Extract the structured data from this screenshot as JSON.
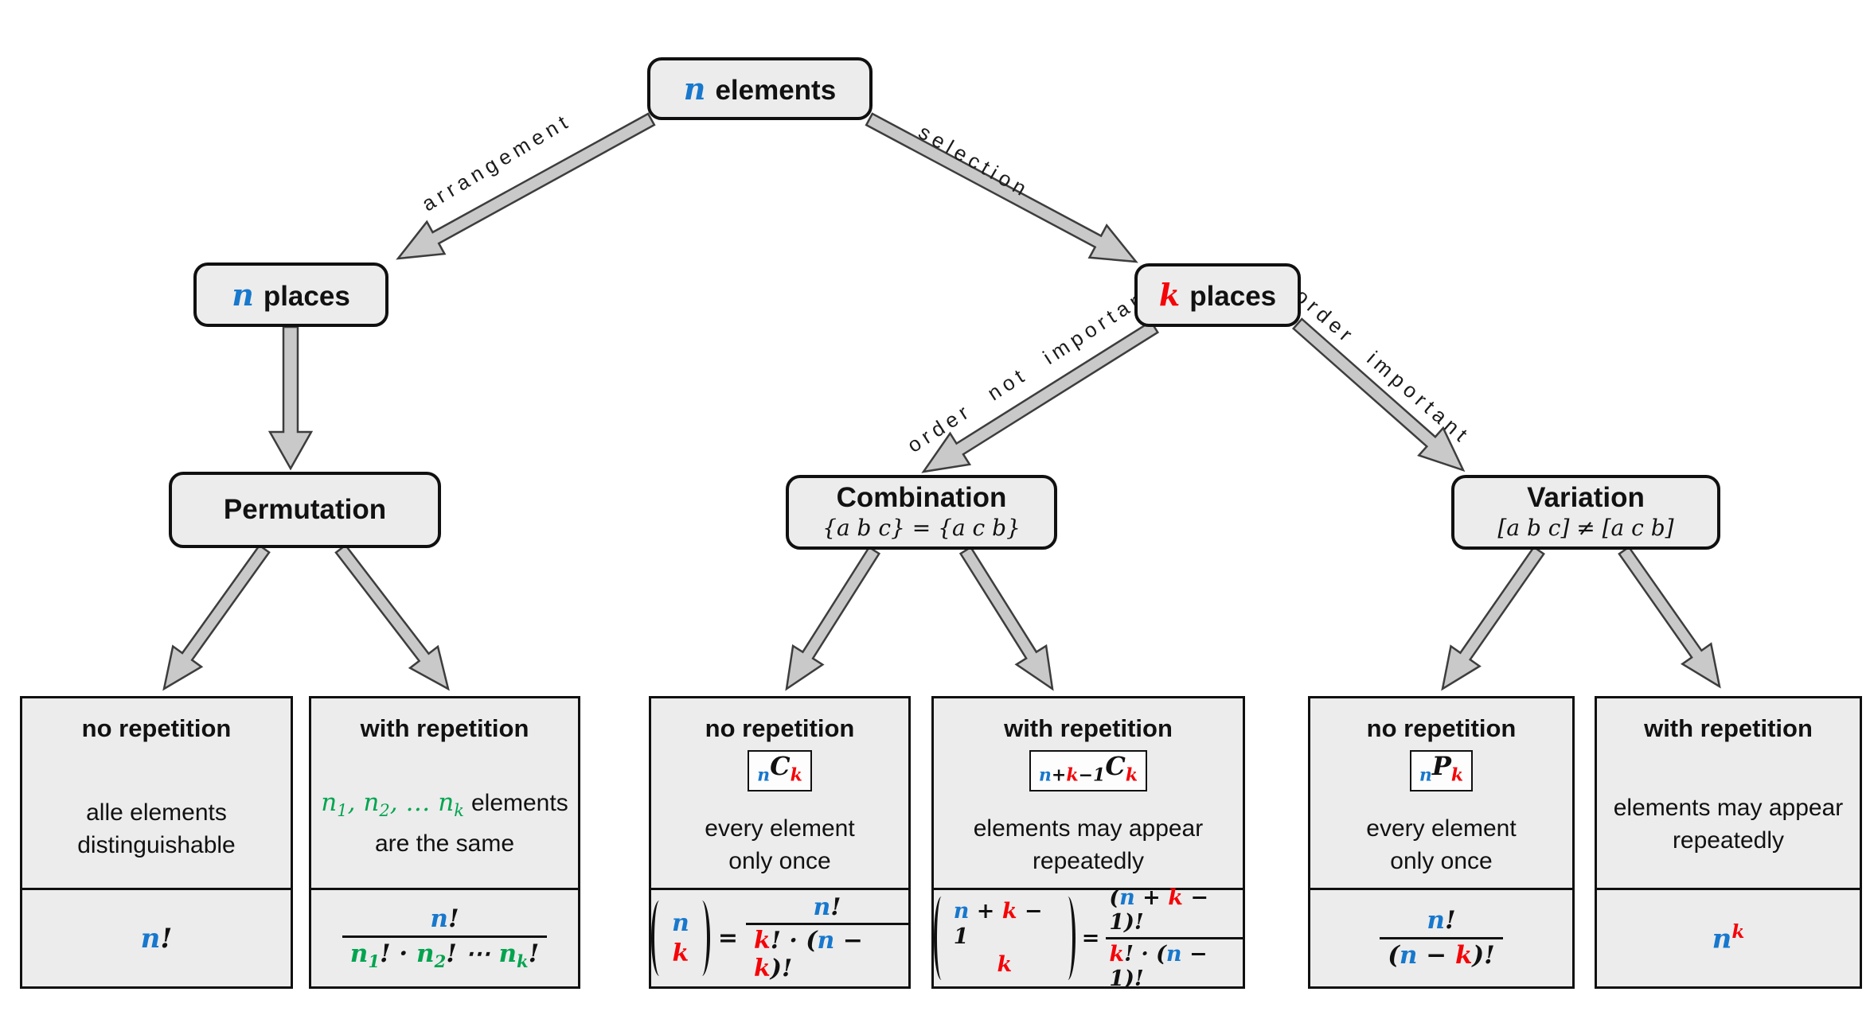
{
  "palette": {
    "blue": "#1778cd",
    "red": "#f50408",
    "green": "#00a44f",
    "box_fill": "#ececec",
    "arrow_fill": "#c9c9c9"
  },
  "nodes": {
    "root": {
      "var": "n",
      "label": "elements"
    },
    "n_places": {
      "var": "n",
      "label": "places"
    },
    "k_places": {
      "var": "k",
      "label": "places"
    },
    "permutation": {
      "title": "Permutation"
    },
    "combination": {
      "title": "Combination",
      "subtitle": "{a b c} = {a c b}"
    },
    "variation": {
      "title": "Variation",
      "subtitle": "[a b c] ≠ [a c b]"
    }
  },
  "edges": {
    "arrangement": "arrangement",
    "selection": "selection",
    "order_not_important": "order not important",
    "order_important": "order important"
  },
  "sym": {
    "eq": "="
  },
  "leaves": [
    {
      "title": "no repetition",
      "desc": [
        "alle elements",
        "distinguishable"
      ],
      "formula": [
        {
          "t": "n",
          "c": "b"
        },
        {
          "t": "!"
        }
      ]
    },
    {
      "title": "with repetition",
      "desc_math": [
        {
          "t": "n",
          "c": "g"
        },
        {
          "t": "1",
          "c": "g",
          "s": "sub"
        },
        {
          "t": ", ",
          "c": "g"
        },
        {
          "t": "n",
          "c": "g"
        },
        {
          "t": "2",
          "c": "g",
          "s": "sub"
        },
        {
          "t": ", … ",
          "c": "g"
        },
        {
          "t": "n",
          "c": "g"
        },
        {
          "t": "k",
          "c": "g",
          "s": "sub"
        }
      ],
      "desc_text": "elements",
      "desc2": "are the same",
      "frac": {
        "num": [
          {
            "t": "n",
            "c": "b"
          },
          {
            "t": "!"
          }
        ],
        "den": [
          {
            "t": "n",
            "c": "g"
          },
          {
            "t": "1",
            "c": "g",
            "s": "sub"
          },
          {
            "t": "! · "
          },
          {
            "t": "n",
            "c": "g"
          },
          {
            "t": "2",
            "c": "g",
            "s": "sub"
          },
          {
            "t": "! ⋯ "
          },
          {
            "t": "n",
            "c": "g"
          },
          {
            "t": "k",
            "c": "g",
            "s": "sub"
          },
          {
            "t": "!"
          }
        ]
      }
    },
    {
      "title": "no repetition",
      "notation": [
        {
          "t": "n",
          "c": "b",
          "s": "sub"
        },
        {
          "t": "C"
        },
        {
          "t": "k",
          "c": "r",
          "s": "sub"
        }
      ],
      "desc": [
        "every element",
        "only once"
      ],
      "binom": {
        "top": [
          {
            "t": "n",
            "c": "b"
          }
        ],
        "bot": [
          {
            "t": "k",
            "c": "r"
          }
        ]
      },
      "frac": {
        "num": [
          {
            "t": "n",
            "c": "b"
          },
          {
            "t": "!"
          }
        ],
        "den": [
          {
            "t": "k",
            "c": "r"
          },
          {
            "t": "! · ("
          },
          {
            "t": "n",
            "c": "b"
          },
          {
            "t": " − "
          },
          {
            "t": "k",
            "c": "r"
          },
          {
            "t": ")!"
          }
        ]
      }
    },
    {
      "title": "with repetition",
      "notation": [
        {
          "t": "n",
          "c": "b",
          "s": "sub"
        },
        {
          "t": "+",
          "s": "sub"
        },
        {
          "t": "k",
          "c": "r",
          "s": "sub"
        },
        {
          "t": "−1",
          "s": "sub"
        },
        {
          "t": "C"
        },
        {
          "t": "k",
          "c": "r",
          "s": "sub"
        }
      ],
      "desc": [
        "elements may appear",
        "repeatedly"
      ],
      "binom": {
        "top": [
          {
            "t": "n",
            "c": "b"
          },
          {
            "t": " + "
          },
          {
            "t": "k",
            "c": "r"
          },
          {
            "t": " − 1"
          }
        ],
        "bot": [
          {
            "t": "k",
            "c": "r"
          }
        ]
      },
      "frac": {
        "num": [
          {
            "t": "("
          },
          {
            "t": "n",
            "c": "b"
          },
          {
            "t": " + "
          },
          {
            "t": "k",
            "c": "r"
          },
          {
            "t": " − 1)!"
          }
        ],
        "den": [
          {
            "t": "k",
            "c": "r"
          },
          {
            "t": "! · ("
          },
          {
            "t": "n",
            "c": "b"
          },
          {
            "t": " − 1)!"
          }
        ]
      }
    },
    {
      "title": "no repetition",
      "notation": [
        {
          "t": "n",
          "c": "b",
          "s": "sub"
        },
        {
          "t": "P"
        },
        {
          "t": "k",
          "c": "r",
          "s": "sub"
        }
      ],
      "desc": [
        "every element",
        "only once"
      ],
      "frac": {
        "num": [
          {
            "t": "n",
            "c": "b"
          },
          {
            "t": "!"
          }
        ],
        "den": [
          {
            "t": "("
          },
          {
            "t": "n",
            "c": "b"
          },
          {
            "t": " − "
          },
          {
            "t": "k",
            "c": "r"
          },
          {
            "t": ")!"
          }
        ]
      }
    },
    {
      "title": "with repetition",
      "desc": [
        "elements may appear",
        "repeatedly"
      ],
      "formula": [
        {
          "t": "n",
          "c": "b"
        },
        {
          "t": "k",
          "c": "r",
          "s": "sup"
        }
      ]
    }
  ]
}
